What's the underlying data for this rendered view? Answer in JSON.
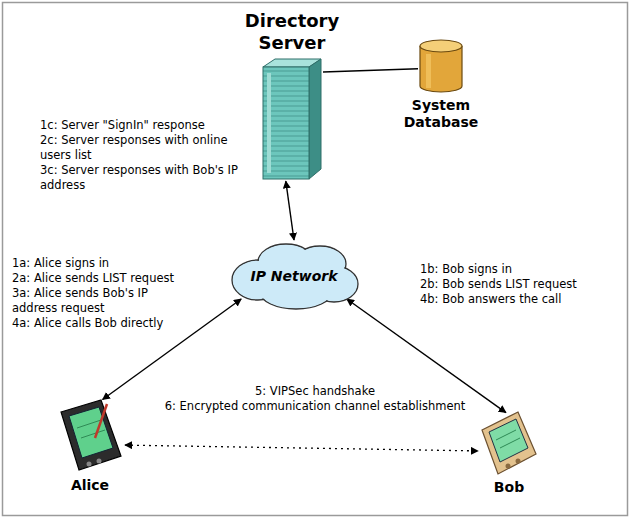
{
  "diagram": {
    "nodes": [
      {
        "text": [
          "Directory Server"
        ]
      },
      {
        "text": [
          "System Database"
        ]
      },
      {
        "text": [
          "IP Network"
        ]
      },
      {
        "text": [
          "Alice"
        ]
      },
      {
        "text": [
          "Bob"
        ]
      }
    ],
    "edges": [
      {
        "from": 0,
        "to": 2,
        "arrow": "both"
      },
      {
        "from": 0,
        "to": 1,
        "arrow": "none"
      },
      {
        "from": 3,
        "to": 2,
        "arrow": "both"
      },
      {
        "from": 4,
        "to": 2,
        "arrow": "both"
      },
      {
        "from": 3,
        "to": 4,
        "arrow": "both"
      }
    ],
    "labels": [
      "1c: Server \"SignIn\" response",
      "2c: Server responses with online users list",
      "3c: Server responses with Bob's IP address",
      "1a: Alice signs in",
      "2a: Alice sends LIST request",
      "3a: Alice sends Bob's IP address request",
      "4a: Alice calls Bob directly",
      "1b: Bob signs in",
      "2b: Bob sends LIST request",
      "4b: Bob answers the call",
      "5: VIPSec handshake",
      "6: Encrypted communication channel establishment"
    ]
  }
}
